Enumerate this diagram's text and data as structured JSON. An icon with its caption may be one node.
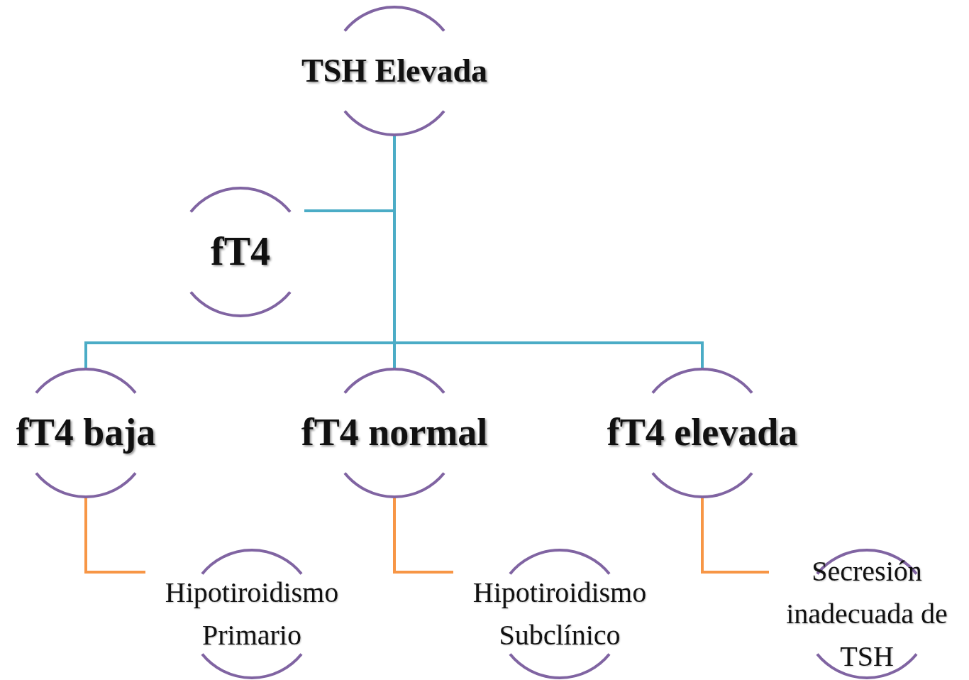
{
  "diagram": {
    "nodes": [
      {
        "text": [
          "TSH Elevada"
        ]
      },
      {
        "text": [
          "fT4"
        ]
      },
      {
        "text": [
          "fT4 baja"
        ]
      },
      {
        "text": [
          "fT4 normal"
        ]
      },
      {
        "text": [
          "fT4 elevada"
        ]
      },
      {
        "text": [
          "Hipotiroidismo Primario"
        ]
      },
      {
        "text": [
          "Hipotiroidismo Subclínico"
        ]
      },
      {
        "text": [
          "Secresión inadecuada de TSH"
        ]
      }
    ],
    "edges": [
      {
        "from": 0,
        "to": 1,
        "arrow": "none"
      },
      {
        "from": 0,
        "to": 2,
        "arrow": "none"
      },
      {
        "from": 0,
        "to": 3,
        "arrow": "none"
      },
      {
        "from": 0,
        "to": 4,
        "arrow": "none"
      },
      {
        "from": 2,
        "to": 5,
        "arrow": "none",
        "color": "#f79646"
      },
      {
        "from": 3,
        "to": 6,
        "arrow": "none",
        "color": "#f79646"
      },
      {
        "from": 4,
        "to": 7,
        "arrow": "none",
        "color": "#f79646"
      }
    ]
  }
}
